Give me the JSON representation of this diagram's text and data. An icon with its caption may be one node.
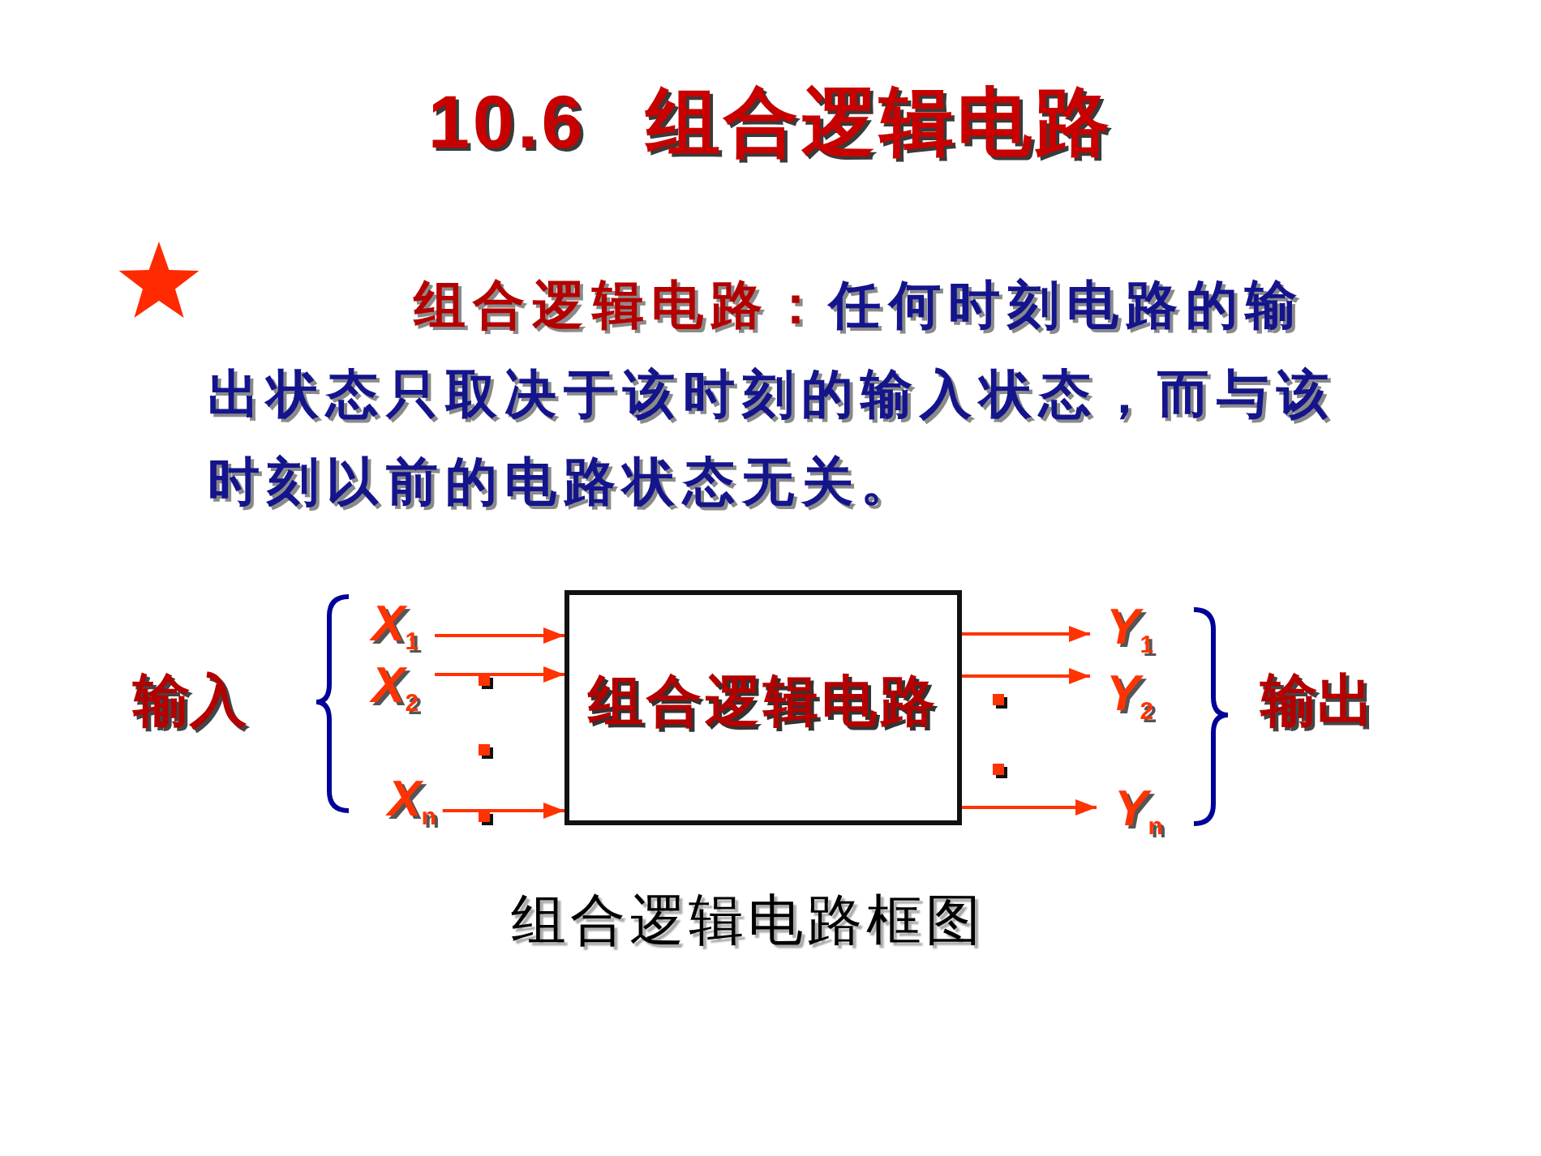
{
  "diagram": {
    "title": "10.6 组合逻辑电路",
    "caption": "组合逻辑电路框图",
    "nodes": [
      {
        "text": [
          "X$_{1}$"
        ]
      },
      {
        "text": [
          "X$_{2}$"
        ]
      },
      {
        "text": [
          "X$_{n}$"
        ]
      },
      {
        "text": [
          "组合逻辑电路"
        ]
      },
      {
        "text": [
          "Y$_{1}$"
        ]
      },
      {
        "text": [
          "Y$_{2}$"
        ]
      },
      {
        "text": [
          "Y$_{n}$"
        ]
      }
    ],
    "edges": [
      {
        "from": 0,
        "to": 3,
        "arrow": "to"
      },
      {
        "from": 1,
        "to": 3,
        "arrow": "to"
      },
      {
        "from": 2,
        "to": 3,
        "arrow": "to"
      },
      {
        "from": 3,
        "to": 4,
        "arrow": "to"
      },
      {
        "from": 3,
        "to": 5,
        "arrow": "to"
      },
      {
        "from": 3,
        "to": 6,
        "arrow": "to"
      }
    ],
    "labels": [
      "**组合逻辑电路：**任何时刻电路的输出状态只取决于该时刻的输入状态，而与该时刻以前的电路状态无关。",
      "输入",
      "输出"
    ]
  }
}
